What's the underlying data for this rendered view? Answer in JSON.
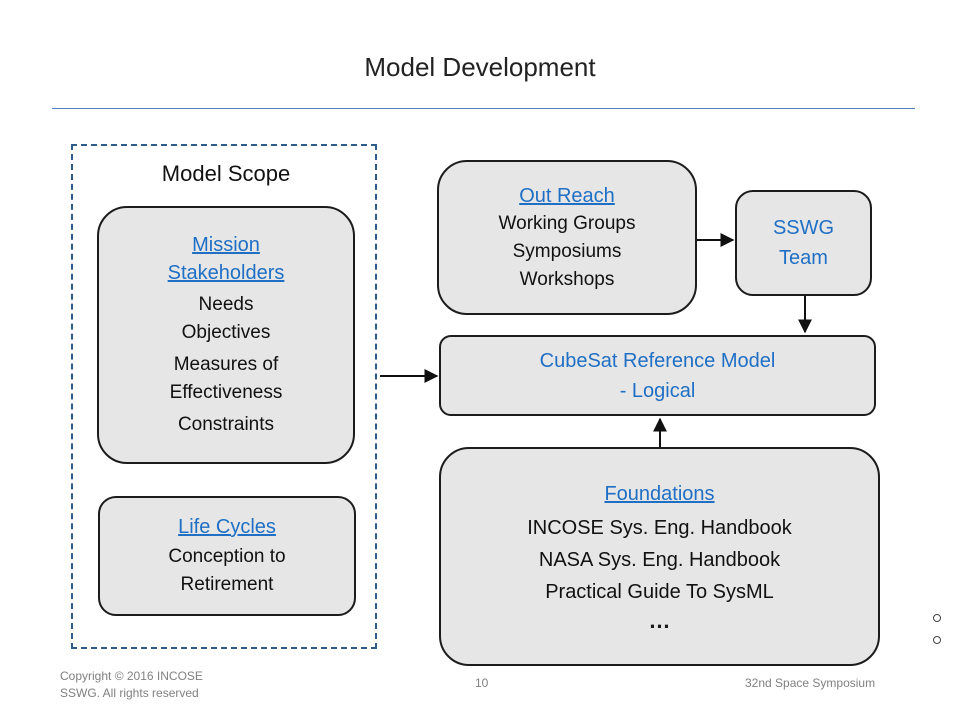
{
  "slide": {
    "title": "Model Development"
  },
  "scope": {
    "label": "Model Scope"
  },
  "mission": {
    "title_line1": "Mission",
    "title_line2": "Stakeholders",
    "items": [
      "Needs",
      "Objectives",
      "Measures of",
      "Effectiveness",
      "Constraints"
    ]
  },
  "lifecycles": {
    "title": "Life Cycles",
    "items": [
      "Conception to",
      "Retirement"
    ]
  },
  "outreach": {
    "title": "Out Reach",
    "items": [
      "Working Groups",
      "Symposiums",
      "Workshops"
    ]
  },
  "sswg": {
    "line1": "SSWG",
    "line2": "Team"
  },
  "cubesat": {
    "line1": "CubeSat Reference Model",
    "line2": "- Logical"
  },
  "foundations": {
    "title": "Foundations",
    "items": [
      "INCOSE Sys. Eng. Handbook",
      "NASA Sys. Eng. Handbook",
      "Practical Guide To SysML"
    ],
    "ellipsis": "…"
  },
  "footer": {
    "copyright_line1": "Copyright © 2016 INCOSE",
    "copyright_line2": "SSWG. All rights reserved",
    "page_number": "10",
    "event": "32nd Space Symposium"
  },
  "colors": {
    "link": "#1f6fc5",
    "box_fill": "#e6e6e6",
    "frame": "#2e5c8a",
    "rule": "#4f81bd"
  }
}
